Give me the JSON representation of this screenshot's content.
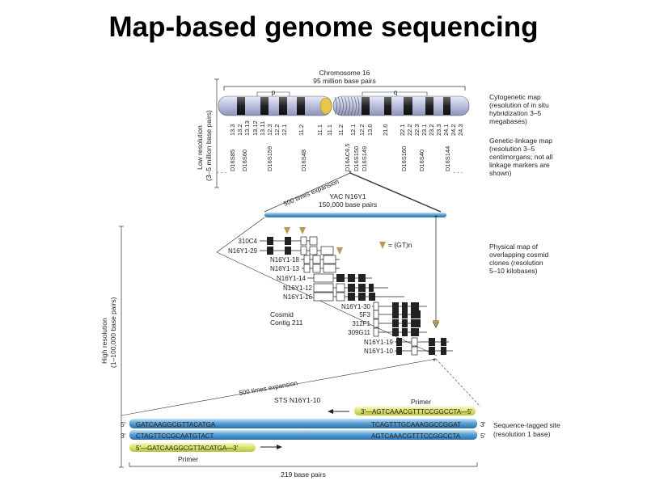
{
  "title": "Map-based genome sequencing",
  "chromosome": {
    "name": "Chromosome 16",
    "size": "95 million base pairs",
    "arm_p": "p",
    "arm_q": "q"
  },
  "bands": [
    "13.3",
    "13.2",
    "13.13",
    "13.12",
    "13.11",
    "12.3",
    "12.2",
    "12.1",
    "11.2",
    "11.1",
    "11.1",
    "11.2",
    "12.1",
    "12.2",
    "13.0",
    "21.0",
    "22.1",
    "22.2",
    "22.3",
    "23.1",
    "23.2",
    "23.3",
    "24.1",
    "24.2",
    "24.3"
  ],
  "markers": [
    "D16S85",
    "D16S60",
    "D16S159",
    "D16S48",
    "D16AC6.5",
    "D16S150",
    "D16S149",
    "D16S160",
    "D16S40",
    "D16S144"
  ],
  "marker_dots": "· · ·",
  "low_res_label": [
    "Low resolution",
    "(3–5 million base pairs)"
  ],
  "high_res_label": [
    "High resolution",
    "(1–100,000 base pairs)"
  ],
  "right_labels": {
    "cyto": [
      "Cytogenetic map",
      "(resolution of in situ",
      "hybridization 3–5",
      "megabases)"
    ],
    "genetic": [
      "Genetic-linkage map",
      "(resolution 3–5",
      "centimorgans; not all",
      "linkage markers are",
      "shown)"
    ],
    "physical": [
      "Physical map of",
      "overlapping cosmid",
      "clones (resolution",
      "5–10 kilobases)"
    ],
    "sts": [
      "Sequence-tagged site",
      "(resolution 1 base)"
    ]
  },
  "expansion_label": "500 times expansion",
  "yac": {
    "name": "YAC N16Y1",
    "size": "150,000 base pairs"
  },
  "gt_legend": "= (GT)n",
  "clones": [
    "310C4",
    "N16Y1-29",
    "N16Y1-18",
    "N16Y1-13",
    "N16Y1-14",
    "N16Y1-12",
    "N16Y1-16",
    "N16Y1-30",
    "5F3",
    "312F1",
    "309G11",
    "N16Y1-19",
    "N16Y1-10"
  ],
  "contig": [
    "Cosmid",
    "Contig 211"
  ],
  "sts": {
    "name": "STS N16Y1-10",
    "rows": [
      {
        "end_left": "5′",
        "left_seq": "GATCAAGGCGTTACATGA",
        "right_seq": "TCAGTTTGCAAAGGCCGGAT",
        "end_right": "3′"
      },
      {
        "end_left": "3′",
        "left_seq": "CTAGTTCCGCAATGTACT",
        "right_seq": "AGTCAAACGTTTCCGGCCTA",
        "end_right": "5′"
      }
    ],
    "primer_top": "3′—AGTCAAACGTTTCCGGCCTA—5′",
    "primer_bottom": "5′—GATCAAGGCGTTACATGA—3′",
    "primer_label": "Primer",
    "length": "219 base pairs"
  },
  "colors": {
    "dna_blue": "#5aa2d6",
    "primer_yellow": "#d9e36a",
    "arrowhead": "#b39b52",
    "red": "#c0392b",
    "band_dark": "#2a2a2a",
    "chrom_light": "#c9cde6"
  }
}
